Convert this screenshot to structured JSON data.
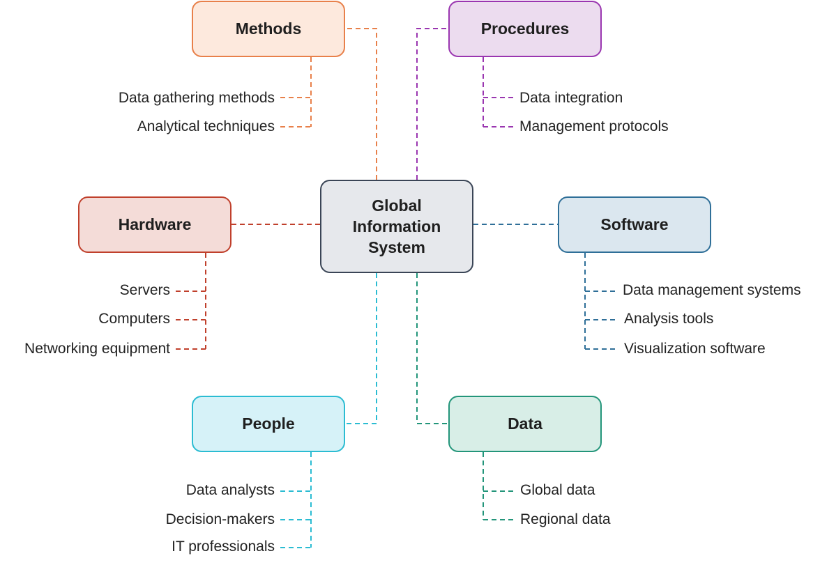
{
  "center": {
    "label": "Global Information System",
    "border": "#3a4556",
    "fill": "#e6e8ec"
  },
  "categories": {
    "methods": {
      "label": "Methods",
      "color": "#e8804a",
      "fill": "#fde9dd",
      "items": [
        "Data gathering methods",
        "Analytical techniques"
      ]
    },
    "procedures": {
      "label": "Procedures",
      "color": "#9a36b0",
      "fill": "#ecdcef",
      "items": [
        "Data integration",
        "Management protocols"
      ]
    },
    "hardware": {
      "label": "Hardware",
      "color": "#c0402c",
      "fill": "#f4dcd8",
      "items": [
        "Servers",
        "Computers",
        "Networking equipment"
      ]
    },
    "software": {
      "label": "Software",
      "color": "#2f6f98",
      "fill": "#dbe7ef",
      "items": [
        "Data management systems",
        "Analysis tools",
        "Visualization software"
      ]
    },
    "people": {
      "label": "People",
      "color": "#2bbcd2",
      "fill": "#d6f2f8",
      "items": [
        "Data analysts",
        "Decision-makers",
        "IT professionals"
      ]
    },
    "data": {
      "label": "Data",
      "color": "#23957a",
      "fill": "#d8eee7",
      "items": [
        "Global data",
        "Regional data"
      ]
    }
  }
}
